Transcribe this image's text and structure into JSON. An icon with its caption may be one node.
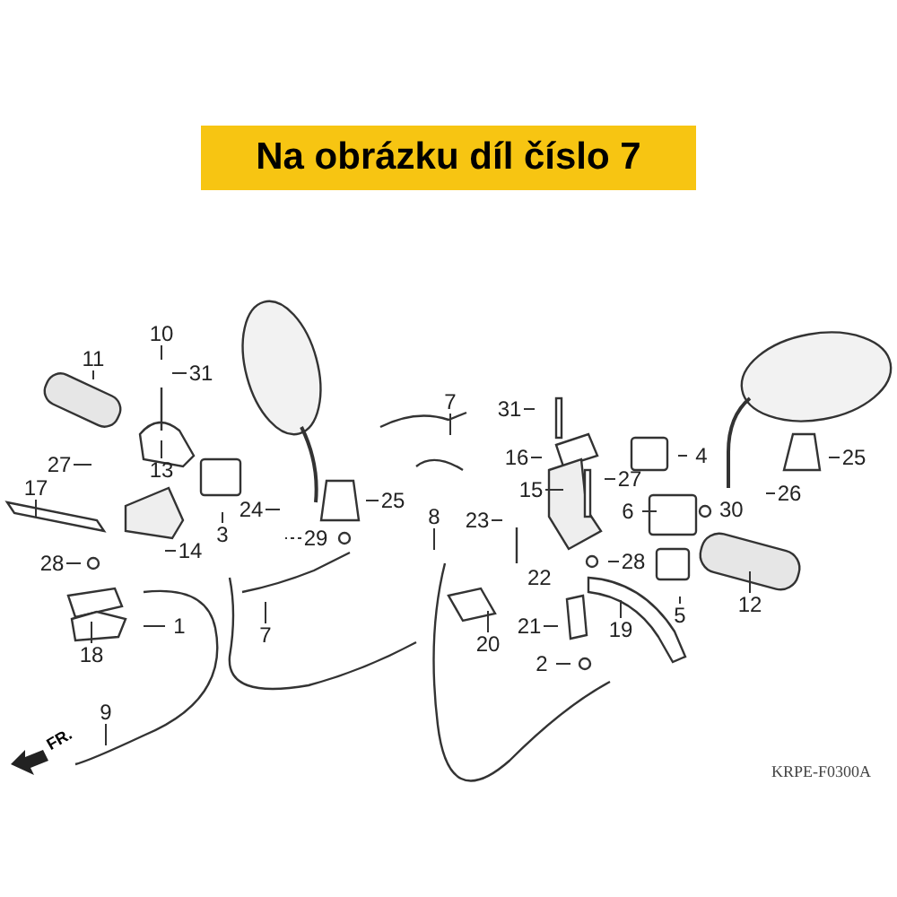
{
  "diagram": {
    "title": "Na obrázku díl číslo 7",
    "nodes": [
      {
        "text": [
          "10"
        ]
      },
      {
        "text": [
          "11"
        ]
      },
      {
        "text": [
          "31"
        ]
      },
      {
        "text": [
          "13"
        ]
      },
      {
        "text": [
          "27"
        ]
      },
      {
        "text": [
          "17"
        ]
      },
      {
        "text": [
          "24"
        ]
      },
      {
        "text": [
          "29"
        ]
      },
      {
        "text": [
          "25"
        ]
      },
      {
        "text": [
          "3"
        ]
      },
      {
        "text": [
          "14"
        ]
      },
      {
        "text": [
          "28"
        ]
      },
      {
        "text": [
          "7"
        ]
      },
      {
        "text": [
          "31"
        ]
      },
      {
        "text": [
          "16"
        ]
      },
      {
        "text": [
          "4"
        ]
      },
      {
        "text": [
          "15"
        ]
      },
      {
        "text": [
          "27"
        ]
      },
      {
        "text": [
          "23"
        ]
      },
      {
        "text": [
          "6"
        ]
      },
      {
        "text": [
          "8"
        ]
      },
      {
        "text": [
          "26"
        ]
      },
      {
        "text": [
          "25"
        ]
      },
      {
        "text": [
          "28"
        ]
      },
      {
        "text": [
          "12"
        ]
      },
      {
        "text": [
          "5"
        ]
      },
      {
        "text": [
          "19"
        ]
      },
      {
        "text": [
          "21"
        ]
      },
      {
        "text": [
          "20"
        ]
      },
      {
        "text": [
          "2"
        ]
      },
      {
        "text": [
          "18"
        ]
      },
      {
        "text": [
          "1"
        ]
      },
      {
        "text": [
          "7"
        ]
      },
      {
        "text": [
          "9"
        ]
      }
    ],
    "edges": [
      {
        "from": 0,
        "to": null,
        "arrow": "none"
      },
      {
        "from": 1,
        "to": null,
        "arrow": "none"
      },
      {
        "from": 2,
        "to": null,
        "arrow": "none"
      },
      {
        "from": 3,
        "to": null,
        "arrow": "none"
      },
      {
        "from": 4,
        "to": null,
        "arrow": "none"
      },
      {
        "from": 5,
        "to": null,
        "arrow": "none"
      },
      {
        "from": 6,
        "to": null,
        "arrow": "none"
      },
      {
        "from": 7,
        "to": null,
        "arrow": "none",
        "style": "dashed"
      },
      {
        "from": 8,
        "to": null,
        "arrow": "none"
      },
      {
        "from": 9,
        "to": null,
        "arrow": "none"
      },
      {
        "from": 10,
        "to": null,
        "arrow": "none"
      },
      {
        "from": 11,
        "to": null,
        "arrow": "none"
      },
      {
        "from": 12,
        "to": null,
        "arrow": "none"
      },
      {
        "from": 13,
        "to": null,
        "arrow": "none"
      },
      {
        "from": 14,
        "to": null,
        "arrow": "none"
      },
      {
        "from": 15,
        "to": null,
        "arrow": "none"
      },
      {
        "from": 16,
        "to": null,
        "arrow": "none"
      },
      {
        "from": 17,
        "to": null,
        "arrow": "none"
      },
      {
        "from": 18,
        "to": null,
        "arrow": "none"
      },
      {
        "from": 19,
        "to": null,
        "arrow": "none"
      },
      {
        "from": 20,
        "to": null,
        "arrow": "none"
      },
      {
        "from": 21,
        "to": null,
        "arrow": "none"
      },
      {
        "from": 22,
        "to": null,
        "arrow": "none"
      },
      {
        "from": 23,
        "to": null,
        "arrow": "none"
      },
      {
        "from": 24,
        "to": null,
        "arrow": "none"
      },
      {
        "from": 25,
        "to": null,
        "arrow": "none"
      },
      {
        "from": 26,
        "to": null,
        "arrow": "none"
      },
      {
        "from": 27,
        "to": null,
        "arrow": "none"
      },
      {
        "from": 28,
        "to": null,
        "arrow": "none"
      },
      {
        "from": 29,
        "to": null,
        "arrow": "none"
      },
      {
        "from": 30,
        "to": null,
        "arrow": "none"
      },
      {
        "from": 31,
        "to": null,
        "arrow": "none"
      },
      {
        "from": 32,
        "to": null,
        "arrow": "none"
      },
      {
        "from": 33,
        "to": null,
        "arrow": "none"
      }
    ],
    "labels": [
      "30",
      "22",
      "FR.",
      "KRPE-F0300A"
    ]
  }
}
